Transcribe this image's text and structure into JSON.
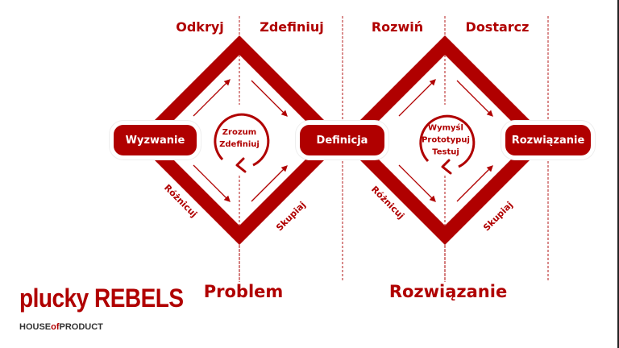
{
  "colors": {
    "accent": "#b00000",
    "dashed": "#c04040",
    "text_dark": "#333333",
    "background": "#ffffff"
  },
  "phases": [
    {
      "label": "Odkryj"
    },
    {
      "label": "Zdefiniuj"
    },
    {
      "label": "Rozwiń"
    },
    {
      "label": "Dostarcz"
    }
  ],
  "nodes": {
    "start": "Wyzwanie",
    "middle": "Definicja",
    "end": "Rozwiązanie"
  },
  "cycles": {
    "first": {
      "line1": "Zrozum",
      "line2": "Zdefiniuj"
    },
    "second": {
      "line1": "Wymyśl",
      "line2": "Prototypuj",
      "line3": "Testuj"
    }
  },
  "diagonal_labels": {
    "diverge_1": "Różnicuj",
    "converge_1": "Skupiaj",
    "diverge_2": "Różnicuj",
    "converge_2": "Skupiaj"
  },
  "bottom_labels": {
    "problem": "Problem",
    "solution": "Rozwiązanie"
  },
  "logo": {
    "main": "plucky REBELS",
    "sub_pre": "HOUSE",
    "sub_of": "of",
    "sub_post": "PRODUCT"
  }
}
